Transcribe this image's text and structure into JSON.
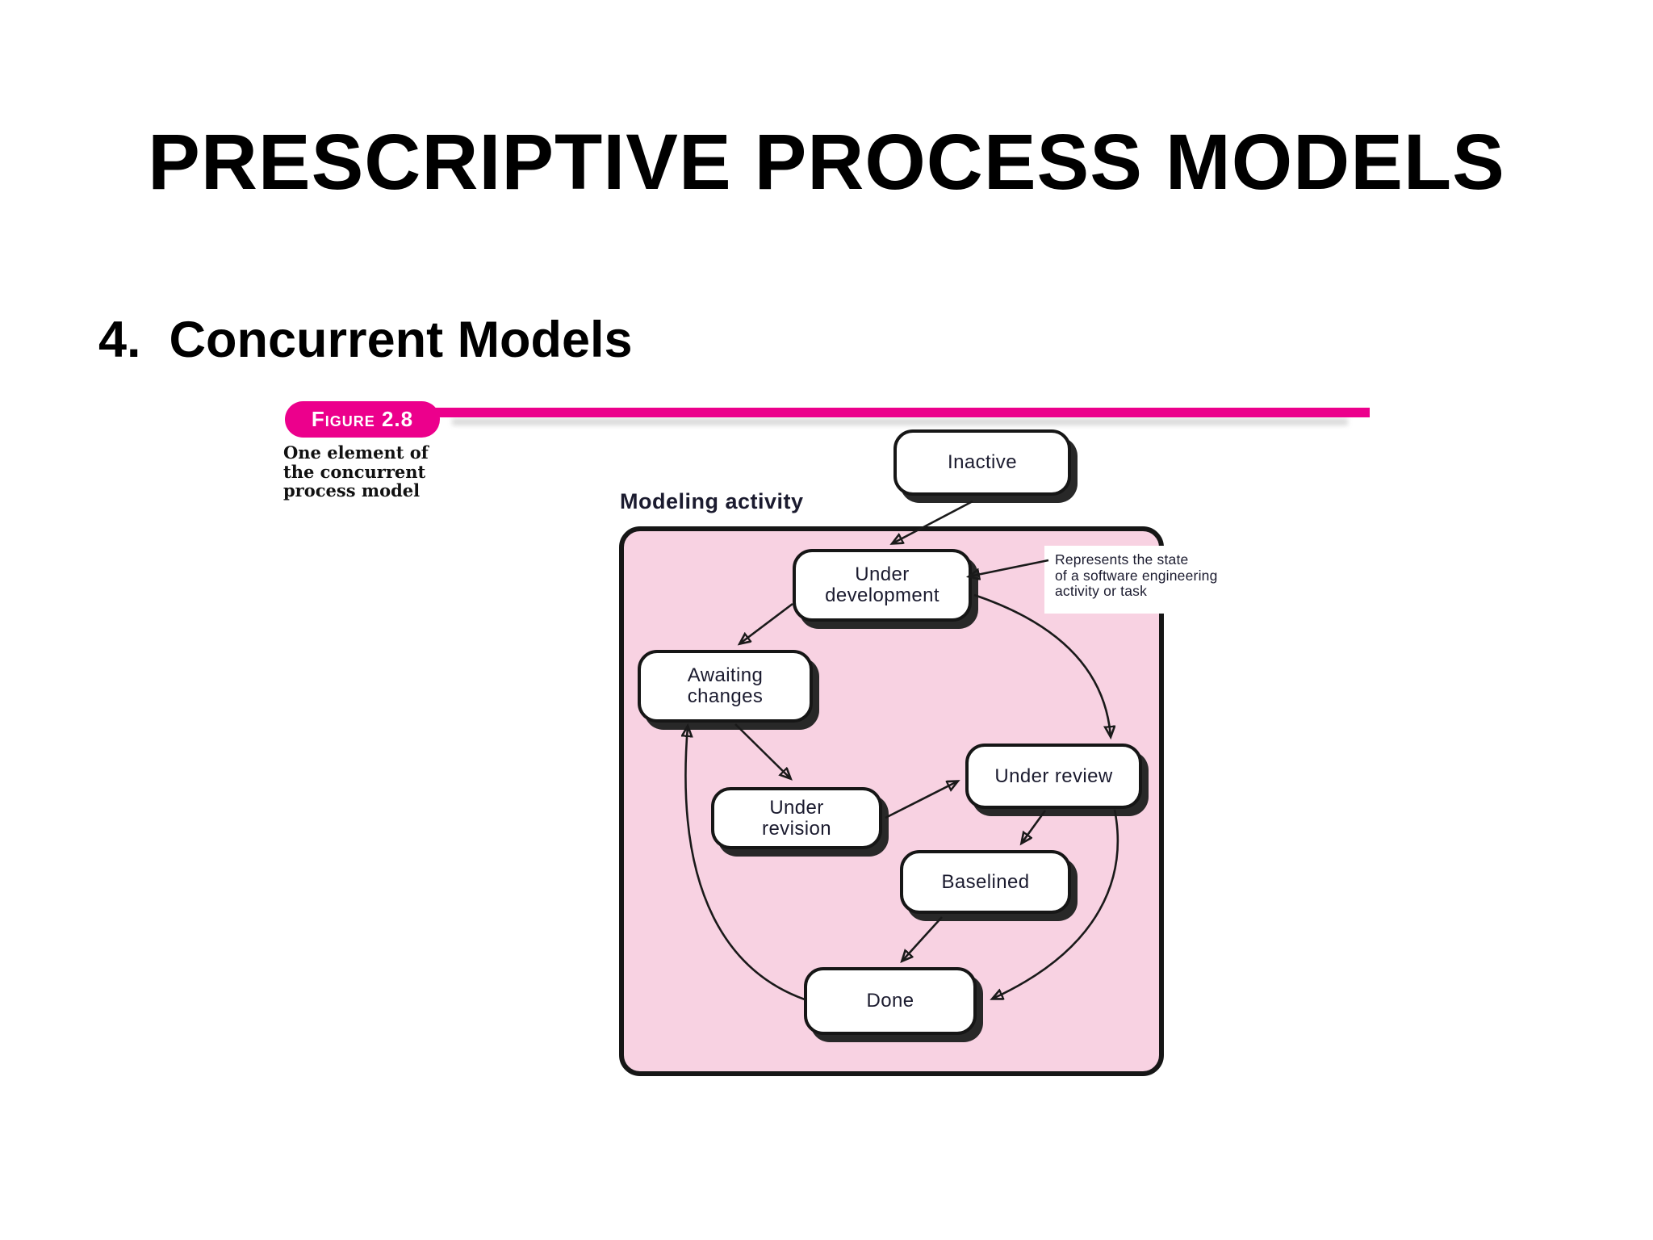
{
  "slide": {
    "title": "PRESCRIPTIVE PROCESS MODELS",
    "section_heading": "4.  Concurrent Models"
  },
  "figure": {
    "badge": "Figure 2.8",
    "caption": "One element of\nthe concurrent\nprocess model",
    "region_label": "Modeling activity",
    "annotation": "Represents the state\nof a software engineering\nactivity or task",
    "states": [
      {
        "id": "inactive",
        "label": "Inactive"
      },
      {
        "id": "under-development",
        "label": "Under\ndevelopment"
      },
      {
        "id": "awaiting-changes",
        "label": "Awaiting\nchanges"
      },
      {
        "id": "under-review",
        "label": "Under review"
      },
      {
        "id": "under-revision",
        "label": "Under\nrevision"
      },
      {
        "id": "baselined",
        "label": "Baselined"
      },
      {
        "id": "done",
        "label": "Done"
      }
    ],
    "transitions": [
      {
        "from": "inactive",
        "to": "under-development"
      },
      {
        "from": "under-development",
        "to": "awaiting-changes"
      },
      {
        "from": "awaiting-changes",
        "to": "under-revision"
      },
      {
        "from": "under-revision",
        "to": "under-review"
      },
      {
        "from": "under-development",
        "to": "under-review"
      },
      {
        "from": "under-review",
        "to": "baselined"
      },
      {
        "from": "baselined",
        "to": "done"
      },
      {
        "from": "under-review",
        "to": "done"
      },
      {
        "from": "done",
        "to": "awaiting-changes"
      },
      {
        "from": "annotation",
        "to": "under-development"
      }
    ],
    "colors": {
      "accent": "#ec008c",
      "panel_fill": "#f8d2e2",
      "ink": "#1a1a1a"
    }
  }
}
